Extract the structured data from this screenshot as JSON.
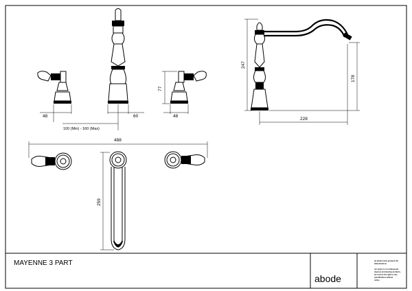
{
  "title_block": {
    "product_name": "MAYENNE 3 PART",
    "brand": "abode",
    "fine_print": [
      "(c) abode home products ltd",
      "www.abode.eu",
      "our policy is to continuously",
      "improve and develop products,",
      "we reserve the right to vary",
      "specifications without",
      "notice"
    ]
  },
  "dimensions": {
    "front_left_handle_width": "48",
    "front_spout_base_width": "60",
    "front_centres": "100 (Min) - 160 (Max)",
    "front_handle_height": "77",
    "front_right_handle_width": "48",
    "side_total_height": "247",
    "side_outlet_height": "178",
    "side_reach": "228",
    "plan_total_width": "488",
    "plan_spout_length": "259"
  }
}
